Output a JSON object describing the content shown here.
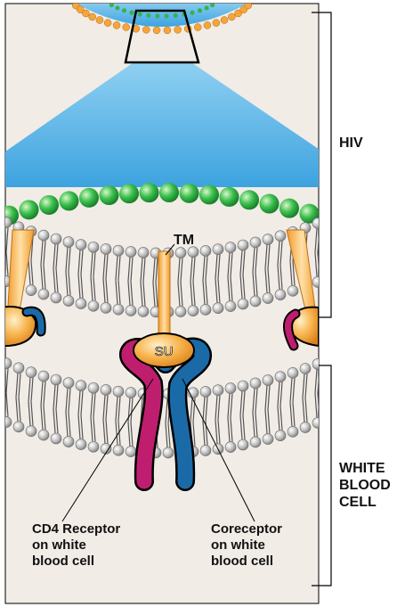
{
  "labels": {
    "hiv": "HIV",
    "white_blood_cell": [
      "WHITE",
      "BLOOD",
      "CELL"
    ],
    "tm": "TM",
    "su": "SU",
    "cd4": [
      "CD4 Receptor",
      "on white",
      "blood cell"
    ],
    "coreceptor": [
      "Coreceptor",
      "on white",
      "blood cell"
    ]
  },
  "colors": {
    "panel_background": "#f1ece6",
    "virus_interior": "#5fb6e6",
    "capsid_bead": "#37b24d",
    "lipid_head": "#b8b8b8",
    "envelope_protein": "#f6a53b",
    "cd4_receptor": "#bf1e6e",
    "coreceptor": "#1a6aa8"
  }
}
